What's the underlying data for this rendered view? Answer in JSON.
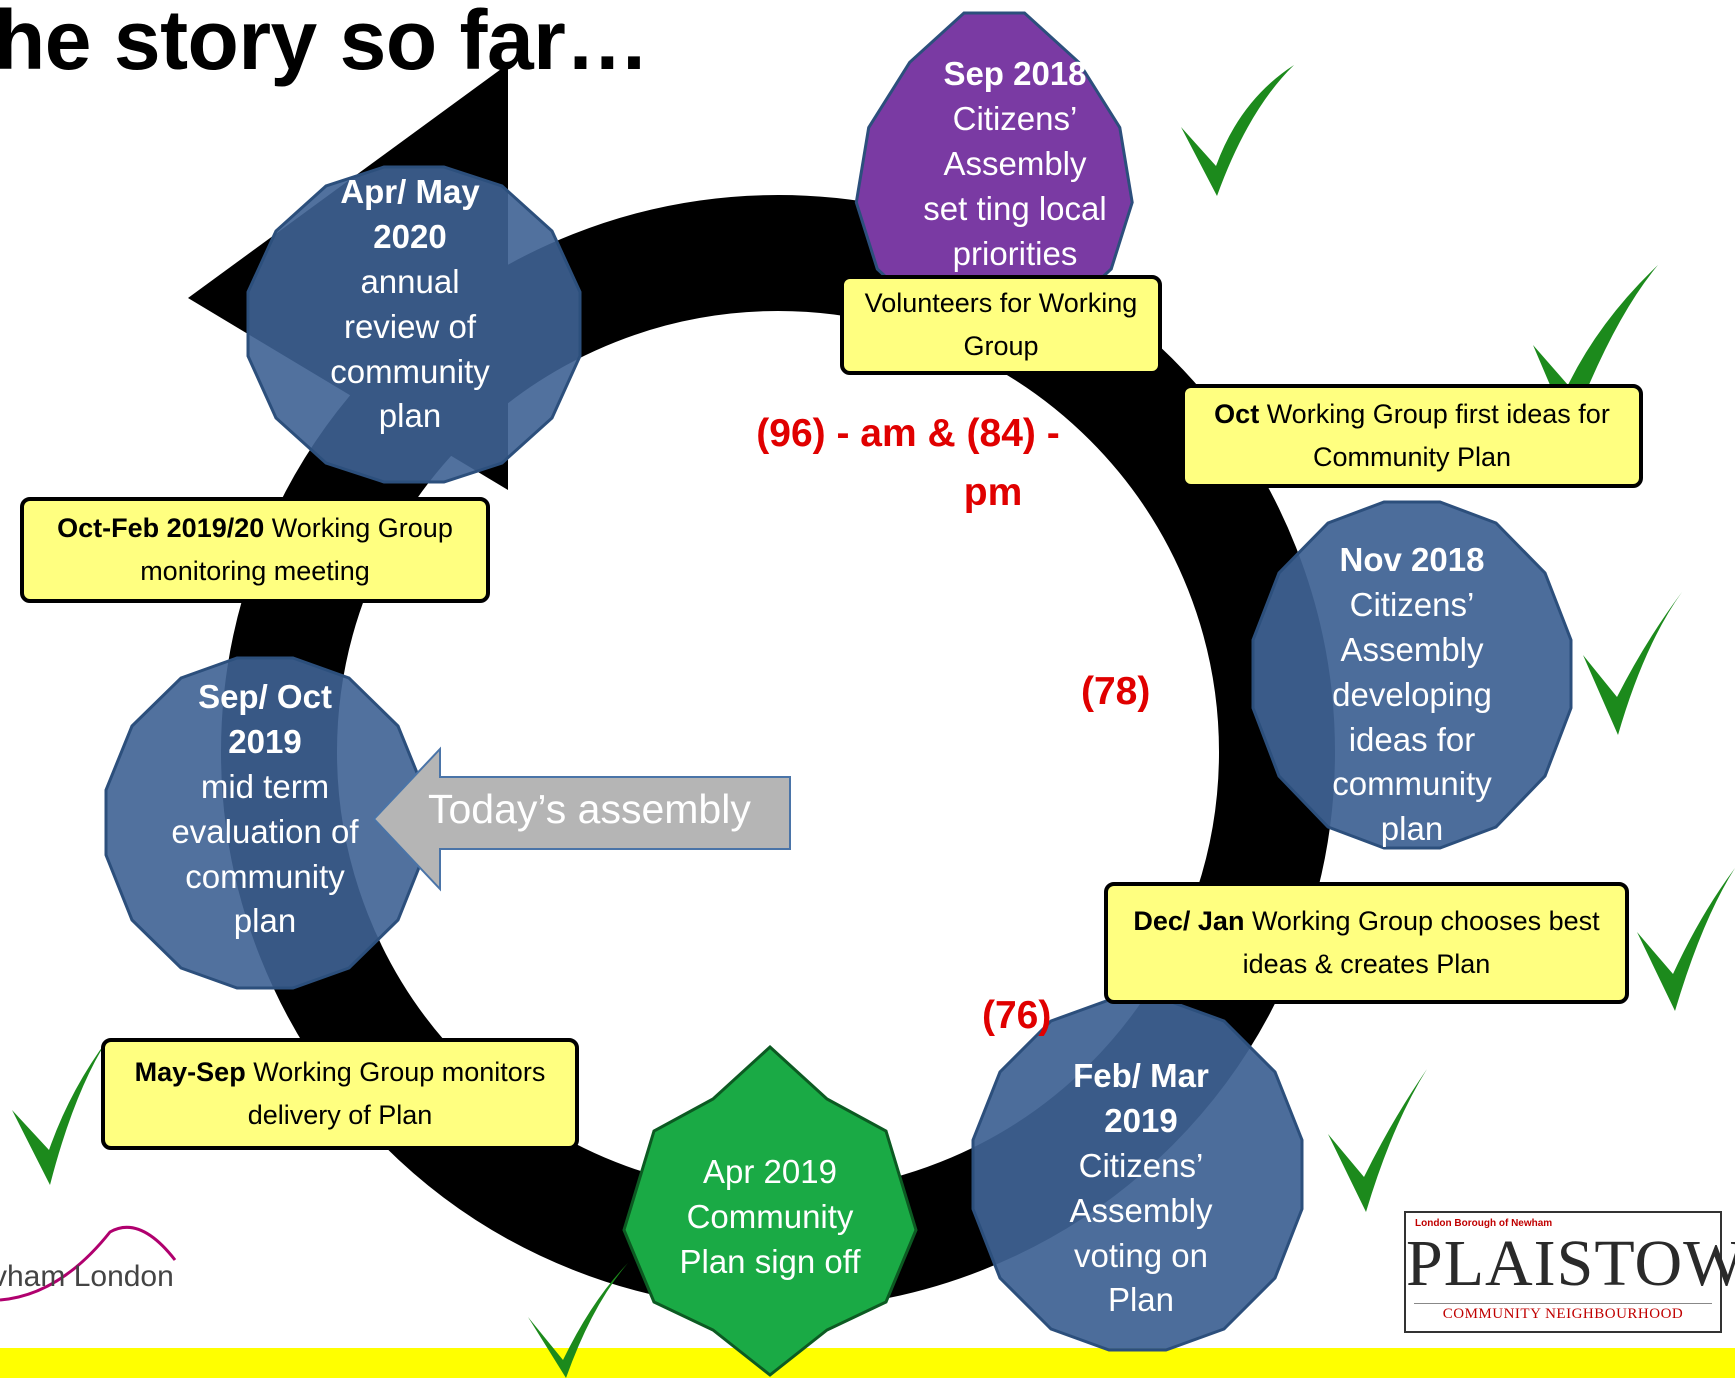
{
  "title": "he story so far…",
  "nodes": {
    "sep2018": {
      "bold": "Sep 2018",
      "text": [
        "Citizens’",
        "Assembly",
        "set ting local",
        "priorities"
      ]
    },
    "nov2018": {
      "bold": "Nov 2018",
      "text": [
        "Citizens’",
        "Assembly",
        "developing",
        "ideas for",
        "community",
        "plan"
      ]
    },
    "febmar2019": {
      "bold": [
        "Feb/ Mar",
        "2019"
      ],
      "text": [
        "Citizens’",
        "Assembly",
        "voting on",
        "Plan"
      ]
    },
    "apr2019": {
      "text": [
        "Apr 2019",
        "Community",
        "Plan sign off"
      ]
    },
    "sepoct2019": {
      "bold": [
        "Sep/ Oct",
        "2019"
      ],
      "text": [
        "mid term",
        "evaluation of",
        "community",
        "plan"
      ]
    },
    "aprmay2020": {
      "bold": [
        "Apr/ May",
        "2020"
      ],
      "text": [
        "annual",
        "review of",
        "community",
        "plan"
      ]
    }
  },
  "boxes": {
    "volunteers": {
      "text": "Volunteers for Working Group"
    },
    "oct": {
      "bold": "Oct",
      "text": " Working Group first ideas for Community Plan"
    },
    "decjan": {
      "bold": "Dec/ Jan",
      "text": " Working Group chooses best ideas & creates Plan"
    },
    "maysep": {
      "bold": "May-Sep",
      "text": " Working Group monitors delivery of Plan"
    },
    "octfeb": {
      "bold": "Oct-Feb 2019/20",
      "text": " Working Group monitoring meeting"
    }
  },
  "counts": {
    "sep": [
      "(96) - am & (84) -",
      "pm"
    ],
    "nov": "(78)",
    "feb": "(76)"
  },
  "callout": "Today’s assembly",
  "logos": {
    "plaistow_top": "London Borough of Newham",
    "plaistow_main": "PLAISTOW",
    "plaistow_sub": "COMMUNITY NEIGHBOURHOOD",
    "newham": "vham London"
  },
  "colors": {
    "node_blue": "#3e6293",
    "node_purple": "#7a3aa3",
    "star_green": "#1aaa45",
    "box_yellow": "#ffff80",
    "count_red": "#e00000",
    "tick_green": "#1c8a1c",
    "band_yellow": "#ffff00"
  }
}
